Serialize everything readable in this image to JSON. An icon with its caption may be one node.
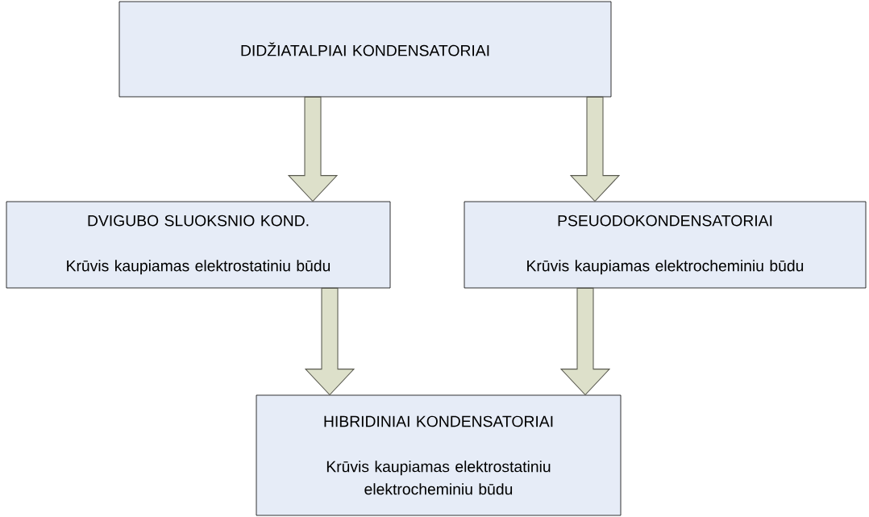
{
  "diagram": {
    "nodes": [
      {
        "text": [
          "DIDŽIATALPIAI KONDENSATORIAI"
        ]
      },
      {
        "text": [
          "DVIGUBO SLUOKSNIO KOND.",
          "Krūvis kaupiamas elektrostatiniu būdu"
        ]
      },
      {
        "text": [
          "PSEUODOKONDENSATORIAI",
          "Krūvis kaupiamas elektrocheminiu būdu"
        ]
      },
      {
        "text": [
          "HIBRIDINIAI KONDENSATORIAI",
          "Krūvis kaupiamas elektrostatiniu elektrocheminiu būdu"
        ]
      }
    ],
    "edges": [
      {
        "from": 0,
        "to": 1,
        "arrow": "to"
      },
      {
        "from": 0,
        "to": 2,
        "arrow": "to"
      },
      {
        "from": 1,
        "to": 3,
        "arrow": "to"
      },
      {
        "from": 2,
        "to": 3,
        "arrow": "to"
      }
    ]
  }
}
